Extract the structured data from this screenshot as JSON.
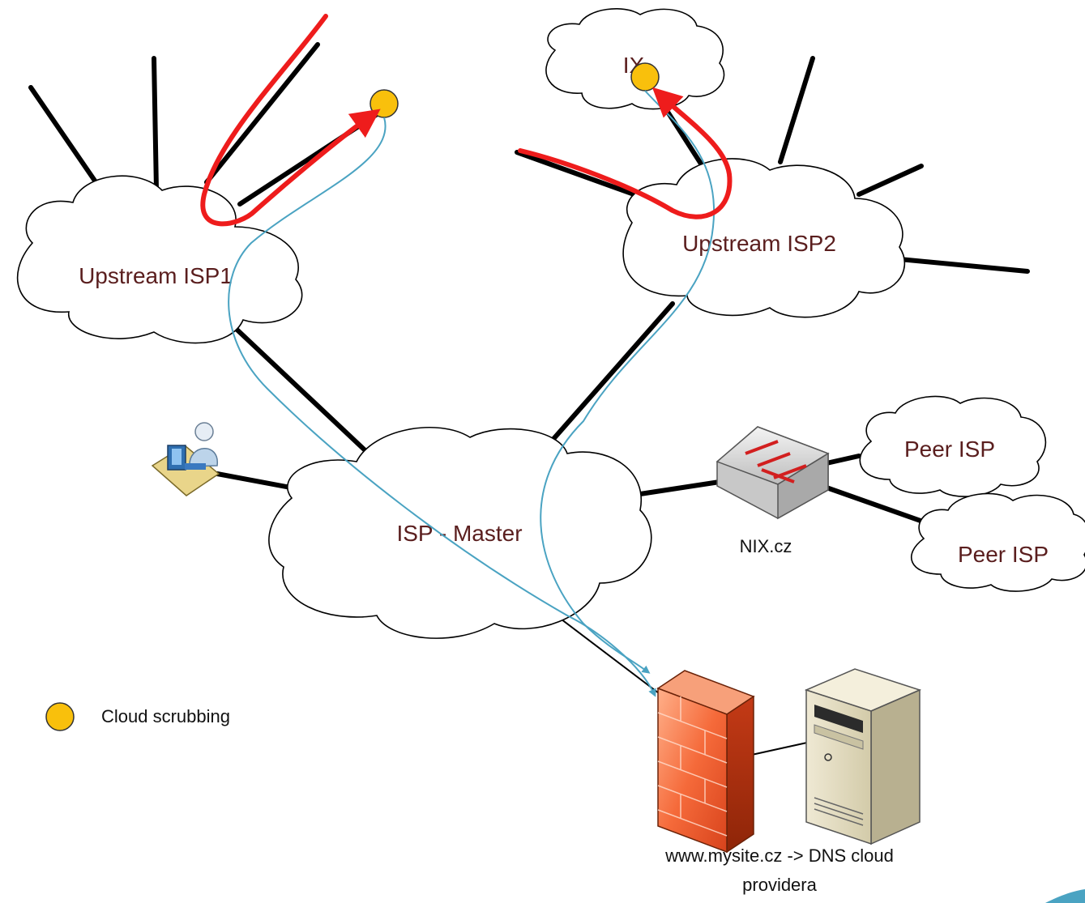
{
  "clouds": {
    "isp1": "Upstream ISP1",
    "isp2": "Upstream ISP2",
    "ix": "IX",
    "master": "ISP - Master",
    "peer1": "Peer ISP",
    "peer2": "Peer ISP"
  },
  "nix_label": "NIX.cz",
  "legend": {
    "text": "Cloud scrubbing",
    "marker_color": "#f9c00c"
  },
  "server_caption": {
    "line1": "www.mysite.cz -> DNS cloud",
    "line2": "providera"
  },
  "colors": {
    "attack_path": "#ee1c1c",
    "clean_path": "#4aa3c2",
    "cloud_text": "#5a1e1e",
    "firewall": "#f05a2a",
    "scrubbing_node": "#f9c00c"
  }
}
